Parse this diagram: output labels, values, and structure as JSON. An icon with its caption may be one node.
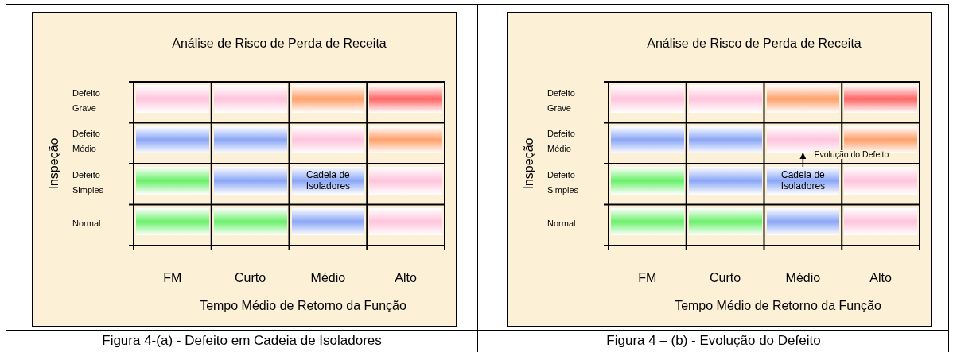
{
  "diagram": {
    "nodes": [
      {
        "text": [
          "Análise de Risco de Perda de Receita"
        ]
      },
      {
        "text": [],
        "shape": "bar",
        "in": 0
      },
      {
        "text": [],
        "shape": "bar",
        "in": 0
      },
      {
        "text": [],
        "shape": "bar",
        "in": 0
      },
      {
        "text": [],
        "shape": "bar",
        "in": 0
      },
      {
        "text": [],
        "shape": "bar",
        "in": 0
      },
      {
        "text": [],
        "shape": "bar",
        "in": 0
      },
      {
        "text": [],
        "shape": "bar",
        "in": 0
      },
      {
        "text": [],
        "shape": "bar",
        "in": 0
      },
      {
        "text": [],
        "shape": "bar",
        "in": 0
      },
      {
        "text": [],
        "shape": "bar",
        "in": 0
      },
      {
        "text": [
          "Cadeia de Isoladores"
        ],
        "in": 0
      },
      {
        "text": [],
        "shape": "bar",
        "in": 0
      },
      {
        "text": [],
        "shape": "bar",
        "in": 0
      },
      {
        "text": [],
        "shape": "bar",
        "in": 0
      },
      {
        "text": [],
        "shape": "bar",
        "in": 0
      },
      {
        "text": [],
        "shape": "bar",
        "in": 0
      },
      {
        "text": [
          "Análise de Risco de Perda de Receita"
        ]
      },
      {
        "text": [],
        "shape": "bar",
        "in": 17
      },
      {
        "text": [],
        "shape": "bar",
        "in": 17
      },
      {
        "text": [],
        "shape": "bar",
        "in": 17
      },
      {
        "text": [],
        "shape": "bar",
        "in": 17
      },
      {
        "text": [],
        "shape": "bar",
        "in": 17
      },
      {
        "text": [],
        "shape": "bar",
        "in": 17
      },
      {
        "text": [],
        "shape": "bar",
        "in": 17
      },
      {
        "text": [],
        "shape": "bar",
        "in": 17
      },
      {
        "text": [],
        "shape": "bar",
        "in": 17
      },
      {
        "text": [],
        "shape": "bar",
        "in": 17
      },
      {
        "text": [
          "Cadeia de Isoladores"
        ],
        "in": 17
      },
      {
        "text": [],
        "shape": "bar",
        "in": 17
      },
      {
        "text": [],
        "shape": "bar",
        "in": 17
      },
      {
        "text": [],
        "shape": "bar",
        "in": 17
      },
      {
        "text": [],
        "shape": "bar",
        "in": 17
      },
      {
        "text": [],
        "shape": "bar",
        "in": 17
      }
    ],
    "edges": [
      {
        "from": 28,
        "to": 24,
        "arrow": "to",
        "label": "Evolução do Defeito"
      }
    ],
    "labels": [
      "Inspeção",
      "Defeito Grave",
      "Defeito Médio",
      "Defeito Simples",
      "Normal",
      "FM",
      "Curto",
      "Médio",
      "Alto",
      "Tempo Médio de Retorno da Função",
      "Inspeção",
      "Defeito Grave",
      "Defeito Médio",
      "Defeito Simples",
      "Normal",
      "FM",
      "Curto",
      "Médio",
      "Alto",
      "Tempo Médio de Retorno da Função",
      "Figura 4-(a) - Defeito em Cadeia de Isoladores",
      "Figura 4 – (b) - Evolução do Defeito"
    ]
  }
}
